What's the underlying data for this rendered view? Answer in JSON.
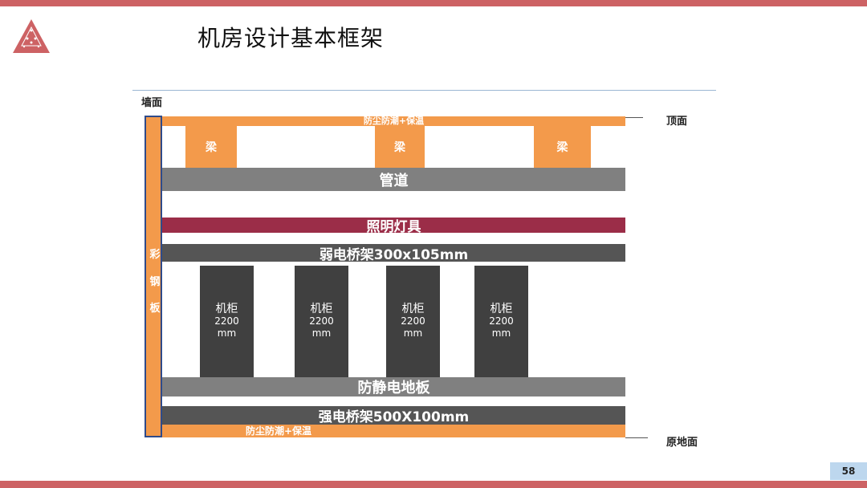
{
  "slide": {
    "title": "机房设计基本框架",
    "page_number": "58",
    "accent_color": "#cd6264"
  },
  "logo": {
    "icon": "triangle-logo-icon"
  },
  "diagram": {
    "wall_label": "墙面",
    "ceiling_label": "顶面",
    "ground_label": "原地面",
    "ceiling_layer": "防尘防潮+保温",
    "ground_layer": "防尘防潮+保温",
    "side_panel": [
      "彩",
      "钢",
      "板"
    ],
    "beams": [
      "梁",
      "梁",
      "梁"
    ],
    "pipe": "管道",
    "lighting": "照明灯具",
    "weak_tray": "弱电桥架300x105mm",
    "cabinets": [
      {
        "name": "机柜",
        "height": "2200",
        "unit": "mm"
      },
      {
        "name": "机柜",
        "height": "2200",
        "unit": "mm"
      },
      {
        "name": "机柜",
        "height": "2200",
        "unit": "mm"
      },
      {
        "name": "机柜",
        "height": "2200",
        "unit": "mm"
      }
    ],
    "floor": "防静电地板",
    "strong_tray": "强电桥架500X100mm",
    "colors": {
      "insulation": "#f39a4b",
      "pipe": "#808080",
      "lighting": "#9b2d48",
      "tray": "#555555",
      "cabinet": "#404040"
    }
  }
}
